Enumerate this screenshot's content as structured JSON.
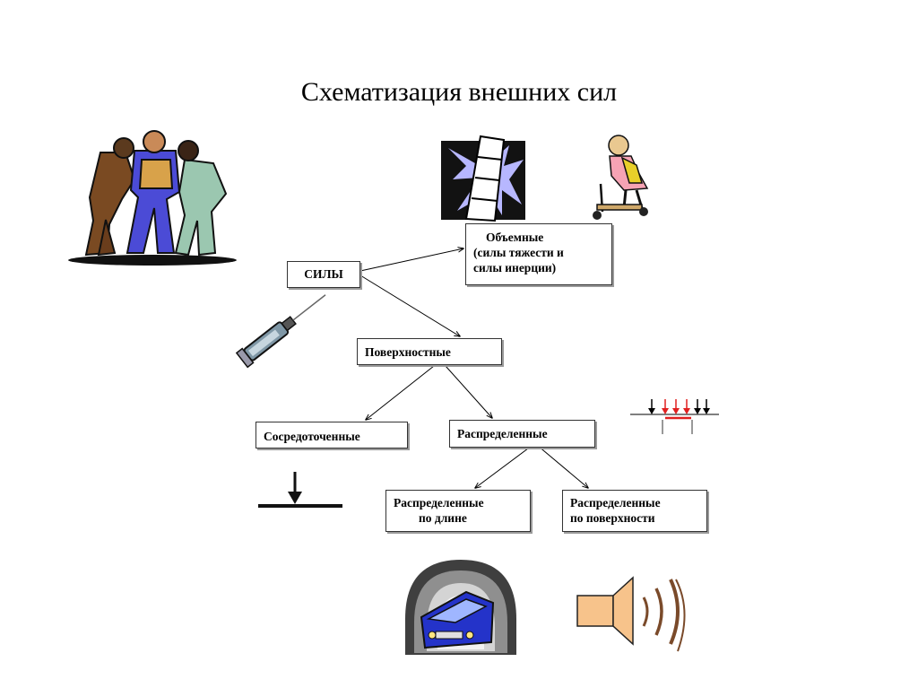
{
  "title": "Схематизация внешних сил",
  "nodes": {
    "forces": "СИЛЫ",
    "volumetric": {
      "line1": "Объемные",
      "line2": "(силы тяжести и",
      "line3": "силы инерции)"
    },
    "surface": "Поверхностные",
    "concentrated": "Сосредоточенные",
    "distributed": "Распределенные",
    "distributed_length": {
      "line1": "Распределенные",
      "line2": "по длине"
    },
    "distributed_surface": {
      "line1": "Распределенные",
      "line2": "по поверхности"
    }
  },
  "icons": [
    "people-pushing-icon",
    "leaning-tower-icon",
    "child-scooter-icon",
    "syringe-icon",
    "distributed-load-icon",
    "point-load-icon",
    "tunnel-bus-icon",
    "loudspeaker-icon"
  ],
  "colors": {
    "box_border": "#333333",
    "box_shadow": "#9a9a9a",
    "load_red": "#e02020"
  }
}
